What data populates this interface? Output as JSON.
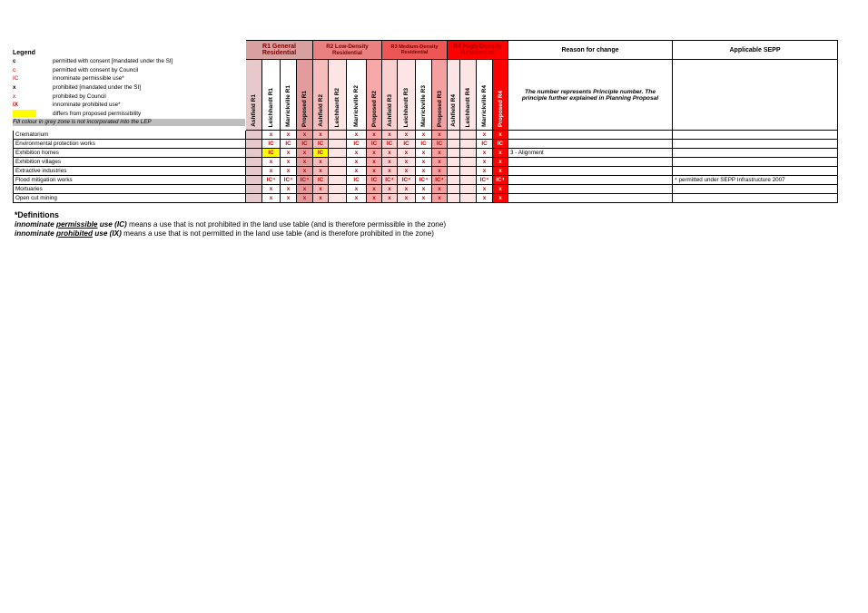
{
  "legend": {
    "title": "Legend",
    "rows": [
      {
        "symbol": "c",
        "text": "permitted with consent [mandated under the SI]"
      },
      {
        "symbol": "c",
        "text": "permitted with consent by Council"
      },
      {
        "symbol": "IC",
        "text": "innominate permissible use*"
      },
      {
        "symbol": "x",
        "text": "prohibited [mandated under the SI]"
      },
      {
        "symbol": "x",
        "text": "prohibited by Council"
      },
      {
        "symbol": "IX",
        "text": "innominate prohibited use*"
      },
      {
        "symbol": "",
        "text": "differs from proposed permissibility"
      }
    ],
    "grey_note": "Fill colour in grey zone is not incorporated into the LEP"
  },
  "header": {
    "group_r1": "R1 General Residential",
    "group_r2": "R2 Low-Density Residential",
    "group_r3": "R3 Medium-Density Residential",
    "group_r4": "R4 High-Density Residential",
    "reason": "Reason for change",
    "sepp": "Applicable SEPP",
    "reason_note": "The number represents Principle number. The principle further explained in Planning Proposal",
    "cols": [
      "Ashfield R1",
      "Leichhardt R1",
      "Marrickville R1",
      "Proposed R1",
      "Ashfield R2",
      "Leichhardt R2",
      "Marrickville R2",
      "Proposed R2",
      "Ashfield R3",
      "Leichhardt R3",
      "Marrickville R3",
      "Proposed R3",
      "Ashfield R4",
      "Leichhardt R4",
      "Marrickville R4",
      "Proposed R4"
    ]
  },
  "rows": [
    {
      "use": "Crematorium",
      "cells": [
        "",
        "x",
        "x",
        "x",
        "x",
        "",
        "x",
        "x",
        "x",
        "x",
        "x",
        "x",
        "",
        "",
        "x",
        "x"
      ],
      "reason": "",
      "sepp": ""
    },
    {
      "use": "Environmental protection works",
      "cells": [
        "",
        "IC",
        "IC",
        "IC",
        "IC",
        "",
        "IC",
        "IC",
        "IC",
        "IC",
        "IC",
        "IC",
        "",
        "",
        "IC",
        "IC"
      ],
      "reason": "",
      "sepp": ""
    },
    {
      "use": "Exhibition homes",
      "cells": [
        "",
        "IC",
        "x",
        "x",
        "IC",
        "",
        "x",
        "x",
        "x",
        "x",
        "x",
        "x",
        "",
        "",
        "x",
        "x"
      ],
      "reason": "3 -  Alignment",
      "sepp": ""
    },
    {
      "use": "Exhibition villages",
      "cells": [
        "",
        "x",
        "x",
        "x",
        "x",
        "",
        "x",
        "x",
        "x",
        "x",
        "x",
        "x",
        "",
        "",
        "x",
        "x"
      ],
      "reason": "",
      "sepp": ""
    },
    {
      "use": "Extractive industries",
      "cells": [
        "",
        "x",
        "x",
        "x",
        "x",
        "",
        "x",
        "x",
        "x",
        "x",
        "x",
        "x",
        "",
        "",
        "x",
        "x"
      ],
      "reason": "",
      "sepp": ""
    },
    {
      "use": "Flood mitigation works",
      "cells": [
        "",
        "IC⁴",
        "IC⁴",
        "IC⁴",
        "IC",
        "",
        "IC",
        "IC",
        "IC⁴",
        "IC⁴",
        "IC⁴",
        "IC⁴",
        "",
        "",
        "IC⁴",
        "IC⁴"
      ],
      "reason": "",
      "sepp": "⁴ permitted under SEPP Infrastructure 2007"
    },
    {
      "use": "Mortuaries",
      "cells": [
        "",
        "x",
        "x",
        "x",
        "x",
        "",
        "x",
        "x",
        "x",
        "x",
        "x",
        "x",
        "",
        "",
        "x",
        "x"
      ],
      "reason": "",
      "sepp": ""
    },
    {
      "use": "Open cut mining",
      "cells": [
        "",
        "x",
        "x",
        "x",
        "x",
        "",
        "x",
        "x",
        "x",
        "x",
        "x",
        "x",
        "",
        "",
        "x",
        "x"
      ],
      "reason": "",
      "sepp": ""
    }
  ],
  "highlighted_cells": [
    [
      "Exhibition homes",
      "Leichhardt R1"
    ],
    [
      "Exhibition homes",
      "Ashfield R2"
    ]
  ],
  "definitions": {
    "heading": "*Definitions",
    "line1_a": "innominate ",
    "line1_b": "permissible",
    "line1_c": " use (IC)",
    "line1_rest": "  means a use that is not prohibited in the land use table (and is therefore permissible in the zone)",
    "line2_a": "innominate ",
    "line2_b": "prohibited",
    "line2_c": " use (IX)",
    "line2_rest": "  means a use that is not permitted in the land use table (and is therefore prohibited in the zone)"
  },
  "colors": {
    "r1": "#d9a0a0",
    "r2": "#ea8080",
    "r3": "#ee5555",
    "r4": "#ff0000",
    "highlight": "#ffff00",
    "grey": "#bfbfbf"
  }
}
